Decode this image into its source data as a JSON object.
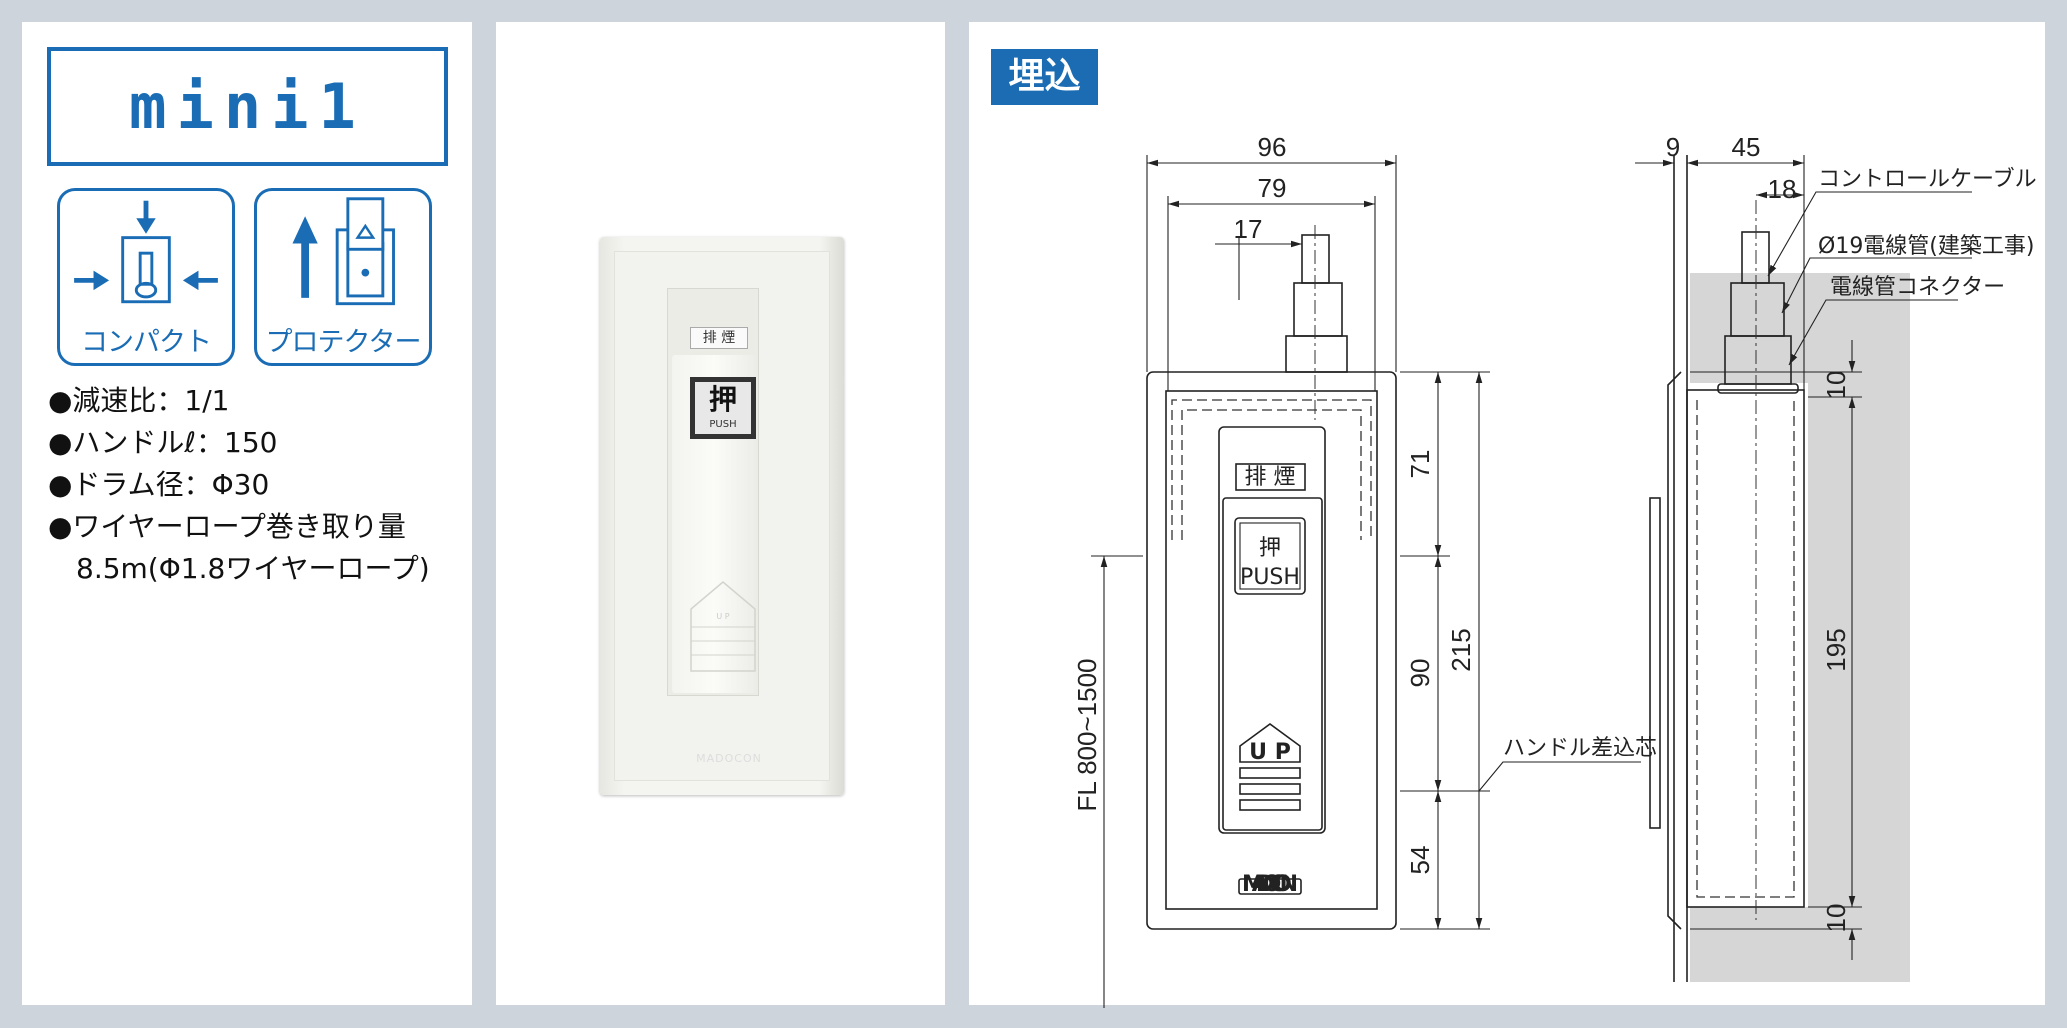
{
  "left_panel": {
    "model": "mini1",
    "features": [
      {
        "icon": "compact-icon",
        "label": "コンパクト"
      },
      {
        "icon": "protector-icon",
        "label": "プロテクター"
      }
    ],
    "specs": [
      "●減速比：1/1",
      "●ハンドルℓ：150",
      "●ドラム径：Φ30",
      "●ワイヤーロープ巻き取り量",
      "　8.5m(Φ1.8ワイヤーロープ)"
    ],
    "accent_color": "#1a6db5"
  },
  "photo": {
    "label": "排 煙",
    "push_kanji": "押",
    "push_text": "PUSH",
    "up_text": "U P",
    "logo": "MADOCON"
  },
  "drawing": {
    "badge": "埋込",
    "front": {
      "dims": {
        "width_outer": "96",
        "width_inner": "79",
        "offset": "17",
        "top": "71",
        "middle": "90",
        "bottom": "54",
        "total": "215",
        "floor": "FL 800~1500"
      },
      "label": "排 煙",
      "push_kanji": "押",
      "push_text": "PUSH",
      "up_text": "U P",
      "logo": "MADOCON",
      "handle_note": "ハンドル差込芯"
    },
    "side": {
      "dims": {
        "plate": "9",
        "depth": "45",
        "conduit_offset": "18",
        "top": "10",
        "height": "195",
        "bottom": "10"
      },
      "labels": [
        "コントロールケーブル",
        "Ø19電線管(建築工事)",
        "電線管コネクター"
      ]
    }
  }
}
